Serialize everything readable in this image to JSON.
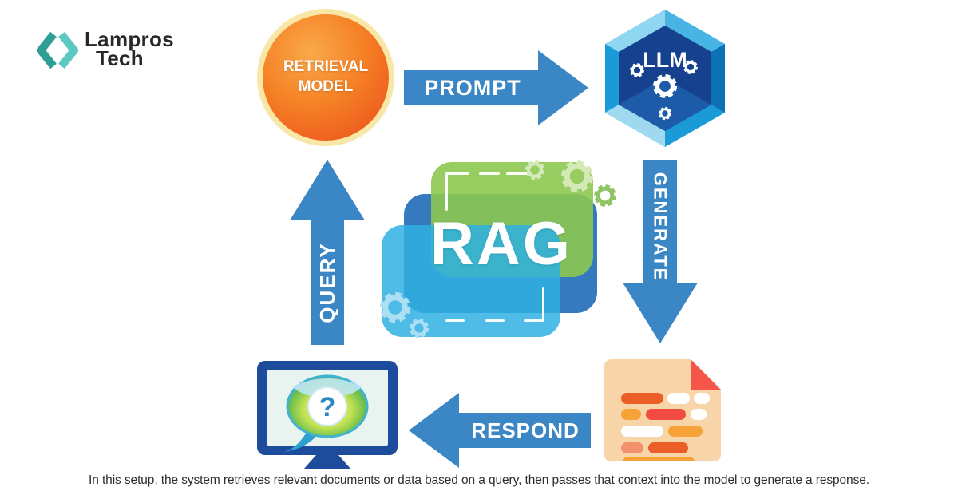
{
  "logo": {
    "line1": "Lampros",
    "line2": "Tech"
  },
  "nodes": {
    "retrieval": {
      "label": "RETRIEVAL MODEL"
    },
    "llm": {
      "label": "LLM"
    },
    "user_monitor": {
      "bubble_symbol": "?"
    }
  },
  "arrows": {
    "prompt": {
      "label": "PROMPT",
      "direction": "right"
    },
    "generate": {
      "label": "GENERATE",
      "direction": "down"
    },
    "respond": {
      "label": "RESPOND",
      "direction": "left"
    },
    "query": {
      "label": "QUERY",
      "direction": "up"
    }
  },
  "center": {
    "label": "RAG"
  },
  "caption": "In this setup, the system retrieves relevant documents or data based on a query, then passes that context into the model to generate a response.",
  "colors": {
    "arrow_blue": "#3b86c5",
    "retrieval_orange": "#f26a1f",
    "retrieval_ring": "#f8e7a6",
    "llm_bright_blue": "#1a9bd7",
    "llm_navy": "#16418f",
    "rag_green": "#8cc850",
    "rag_mid_blue": "#3579be",
    "rag_light_blue": "#2fb0e2",
    "monitor_navy": "#1d4c9c",
    "doc_peach": "#f8d5a8",
    "doc_fold_red": "#f4564a",
    "logo_teal_dark": "#2f9e94",
    "logo_teal_light": "#5bc9c2",
    "text_dark": "#2d2d2d"
  }
}
